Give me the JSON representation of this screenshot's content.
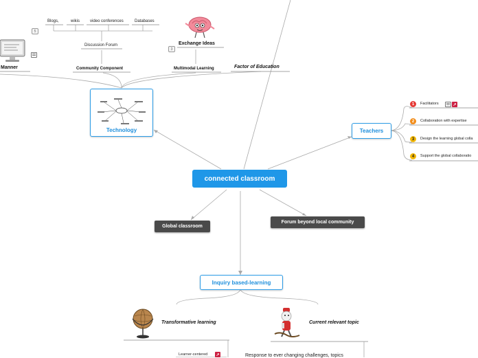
{
  "central": "connected classroom",
  "branches": {
    "technology": "Technology",
    "teachers": "Teachers",
    "global": "Global classroom",
    "forum": "Forum beyond local community",
    "inquiry": "Inquiry based-learning"
  },
  "technology_sub": {
    "community": "Community Component",
    "multimodal": "Multimodal Learning",
    "factor": "Factor of Education",
    "manner": "Manner",
    "discussion": "Discussion Forum",
    "exchange": "Exchange Ideas",
    "leaves": [
      "Blogs,",
      "wikis",
      "video conferences",
      "Databases"
    ],
    "manner_count": "5",
    "exchange_count": "3"
  },
  "teachers_sub": [
    {
      "num": "1",
      "label": "Facilitators",
      "color": "#e53935"
    },
    {
      "num": "2",
      "label": "Collaboration with expertise",
      "color": "#f28c18"
    },
    {
      "num": "3",
      "label": "Design the learning global colla",
      "color": "#f2b705"
    },
    {
      "num": "4",
      "label": "Support the global collaboratio",
      "color": "#f2b705"
    }
  ],
  "inquiry_sub": {
    "transformative": "Transformative learning",
    "current": "Current relevant topic",
    "learner": "Learner-centered",
    "response": "Response to ever changing challenges, topics"
  },
  "colors": {
    "accent": "#1f97e8",
    "dark": "#4a4a4a",
    "line": "#9a9a9a"
  }
}
